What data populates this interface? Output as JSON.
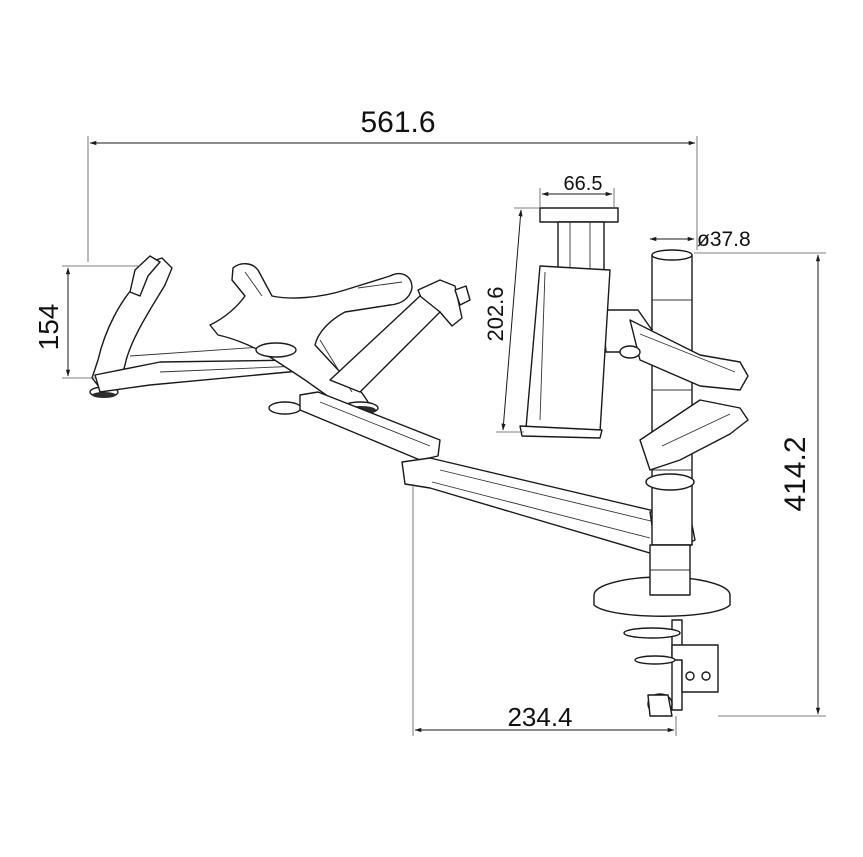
{
  "dimensions": {
    "overall_width": "561.6",
    "holder_width": "66.5",
    "pole_diameter": "ø37.8",
    "tray_depth": "154",
    "holder_height": "202.6",
    "overall_height": "414.2",
    "arm_reach": "234.4"
  }
}
